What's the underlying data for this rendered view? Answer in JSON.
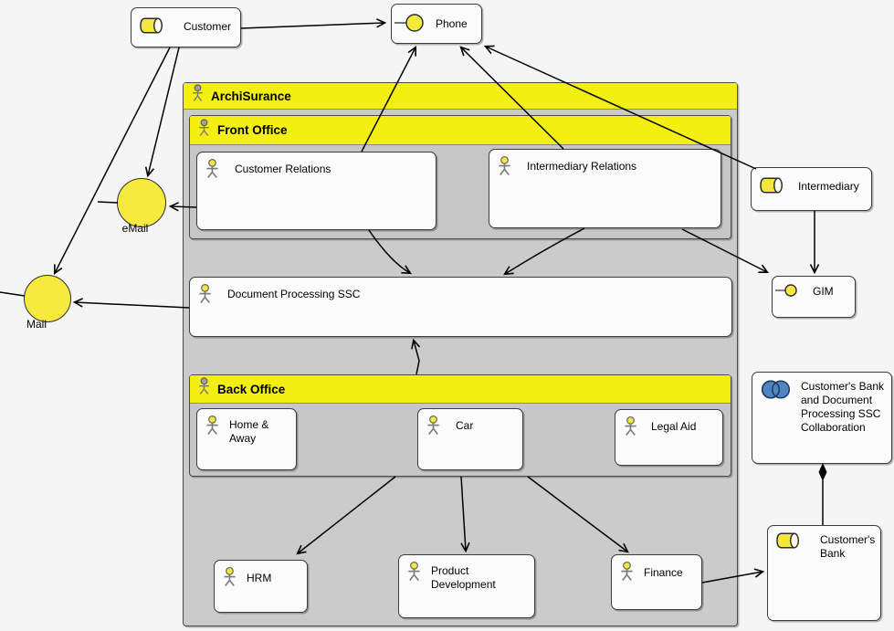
{
  "colors": {
    "background": "#f5f5f5",
    "container_gray": "#cbcbcb",
    "header_yellow": "#f2ef11",
    "interface_yellow": "#f7ea3e",
    "actor_head_yellow": "#f6e83b",
    "actor_head_gray": "#a0a0a0",
    "node_white": "#fbfbfb",
    "collaboration_blue": "#4e86c1",
    "line_black": "#000000"
  },
  "external": {
    "customer": {
      "label": "Customer"
    },
    "phone": {
      "label": "Phone"
    },
    "email": {
      "label": "eMail"
    },
    "mail": {
      "label": "Mail"
    },
    "intermediary": {
      "label": "Intermediary"
    },
    "gim": {
      "label": "GIM"
    },
    "collaboration": {
      "label": "Customer's Bank and Document Processing SSC Collaboration"
    },
    "customers_bank": {
      "label": "Customer's Bank"
    }
  },
  "archisurance": {
    "label": "ArchiSurance",
    "front_office": {
      "label": "Front Office",
      "customer_relations": {
        "label": "Customer Relations"
      },
      "intermediary_relations": {
        "label": "Intermediary Relations"
      }
    },
    "document_processing_ssc": {
      "label": "Document Processing SSC"
    },
    "back_office": {
      "label": "Back Office",
      "home_away": {
        "label": "Home & Away"
      },
      "car": {
        "label": "Car"
      },
      "legal_aid": {
        "label": "Legal Aid"
      }
    },
    "hrm": {
      "label": "HRM"
    },
    "product_development": {
      "label": "Product Development"
    },
    "finance": {
      "label": "Finance"
    }
  }
}
